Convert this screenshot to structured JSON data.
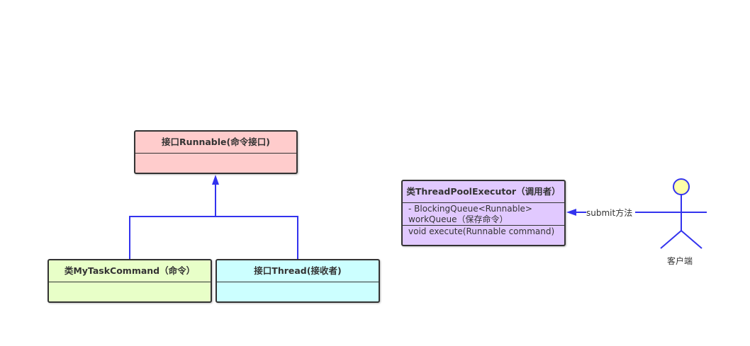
{
  "nodes": {
    "runnable": {
      "title": "接口Runnable(命令接口)",
      "body": ""
    },
    "mytask": {
      "title": "类MyTaskCommand（命令）",
      "body": ""
    },
    "thread": {
      "title": "接口Thread(接收者)",
      "body": ""
    },
    "executor": {
      "title": "类ThreadPoolExecutor（调用者）",
      "attribute": "- BlockingQueue<Runnable> workQueue（保存命令）",
      "method": "void execute(Runnable command)"
    }
  },
  "edges": {
    "submit_label": "submit方法"
  },
  "actor": {
    "label": "客户端"
  },
  "colors": {
    "connector": "#3333ee",
    "runnable_fill": "#ffcccc",
    "mytask_fill": "#e8ffc8",
    "thread_fill": "#ccffff",
    "executor_fill": "#e1c9ff",
    "actor_head": "#ffffa8"
  }
}
